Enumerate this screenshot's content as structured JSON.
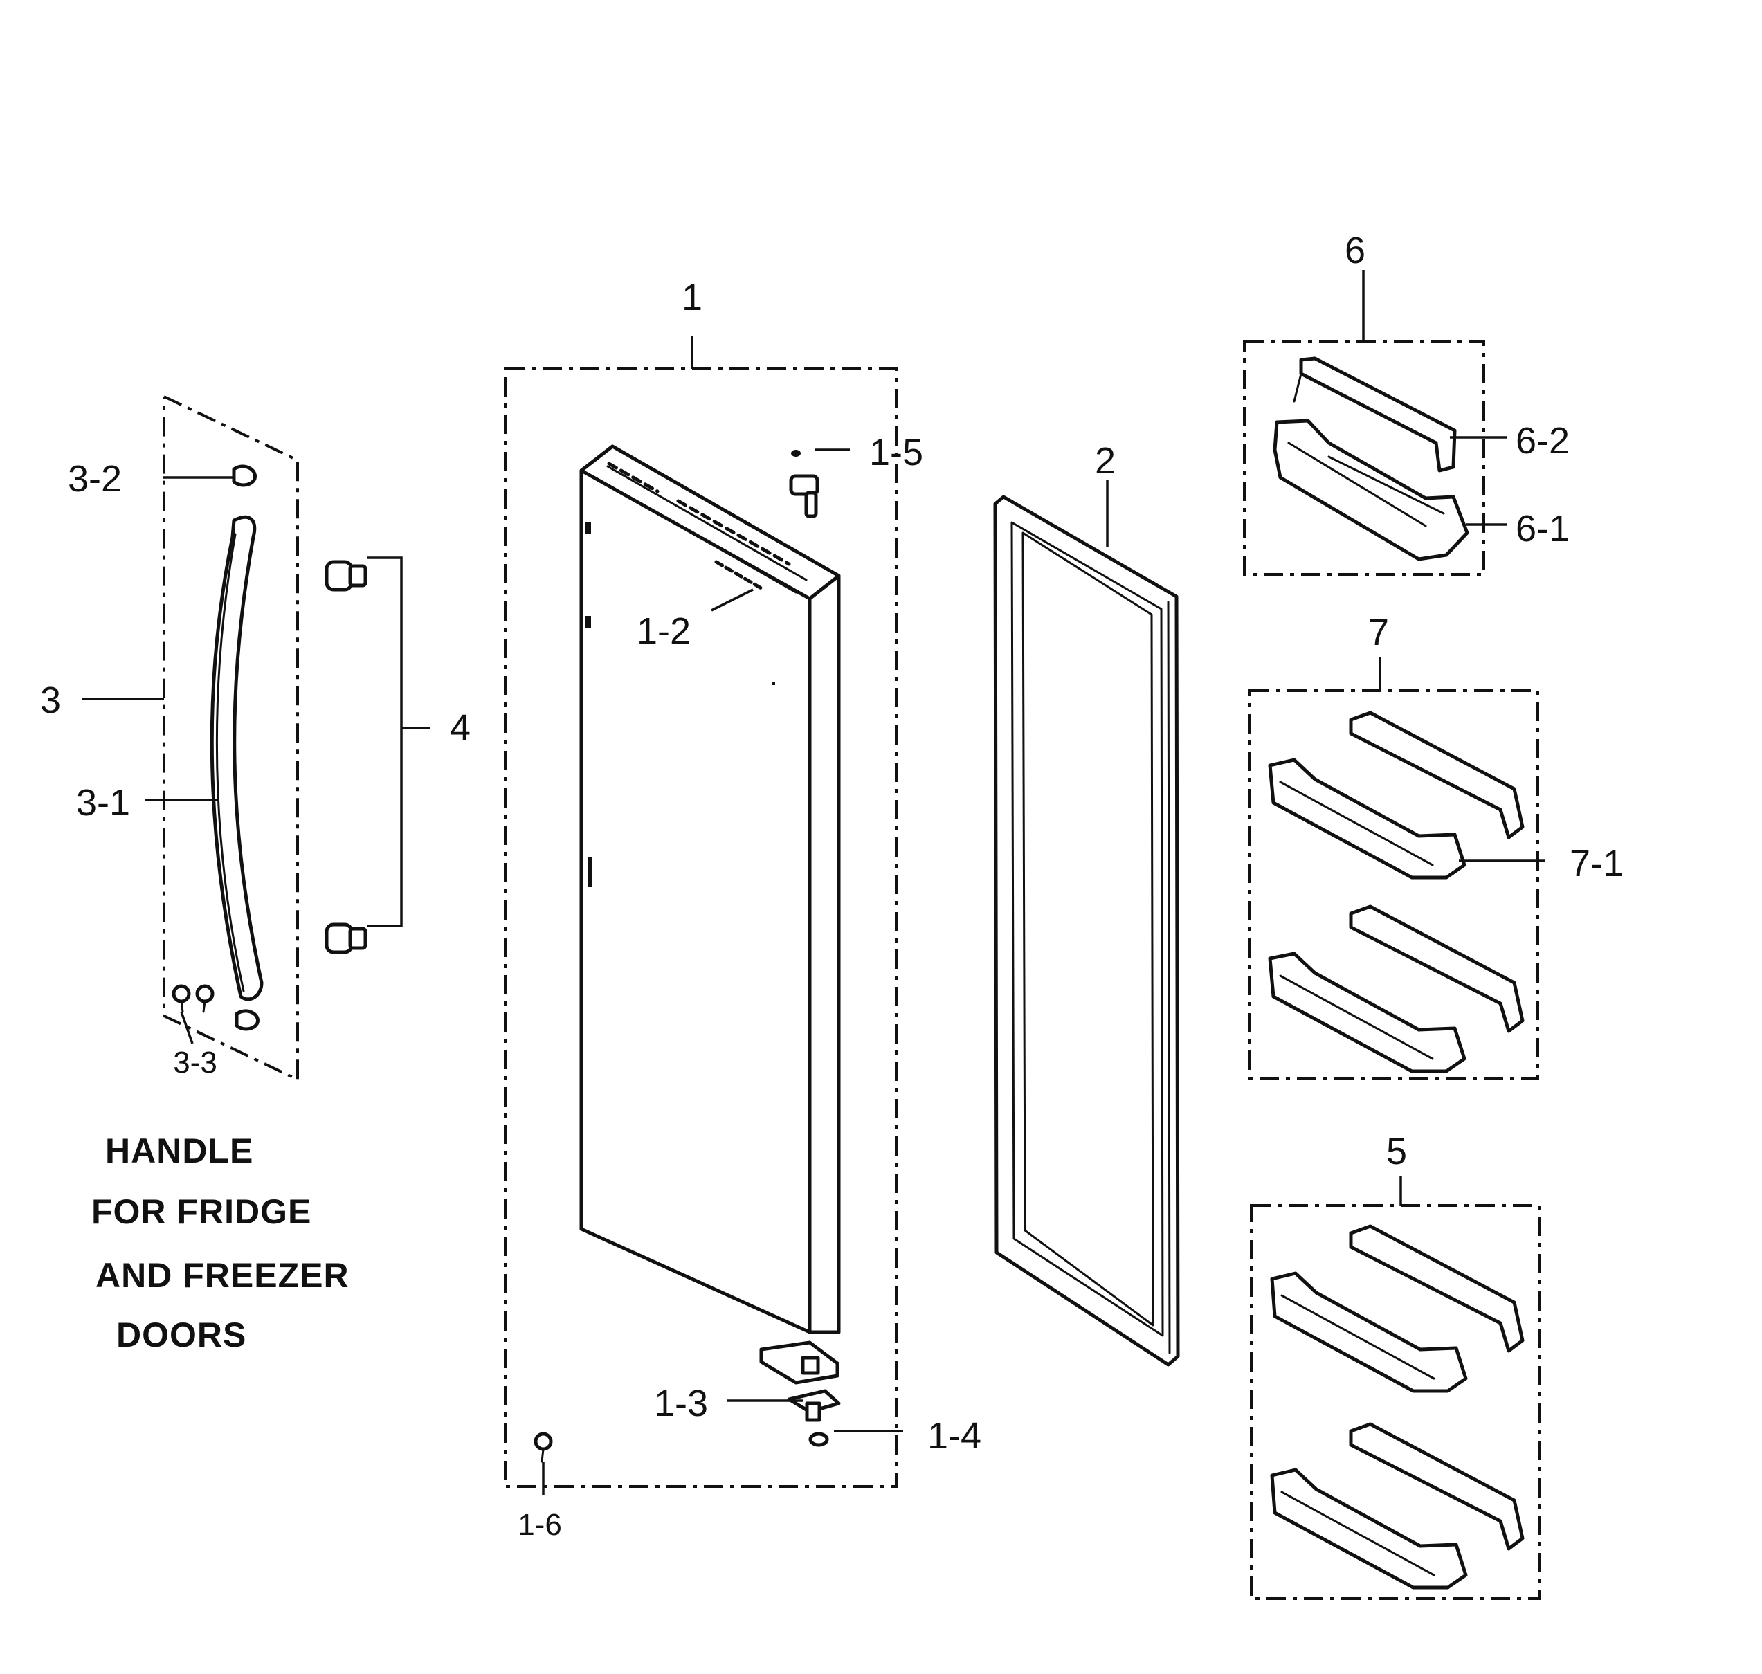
{
  "labels": {
    "l1": "1",
    "l1_2": "1-2",
    "l1_3": "1-3",
    "l1_4": "1-4",
    "l1_5": "1-5",
    "l1_6": "1-6",
    "l2": "2",
    "l3": "3",
    "l3_1": "3-1",
    "l3_2": "3-2",
    "l3_3": "3-3",
    "l4": "4",
    "l5": "5",
    "l6": "6",
    "l6_1": "6-1",
    "l6_2": "6-2",
    "l7": "7",
    "l7_1": "7-1"
  },
  "caption": {
    "line1": "HANDLE",
    "line2": "FOR FRIDGE",
    "line3": "AND FREEZER",
    "line4": "DOORS"
  }
}
